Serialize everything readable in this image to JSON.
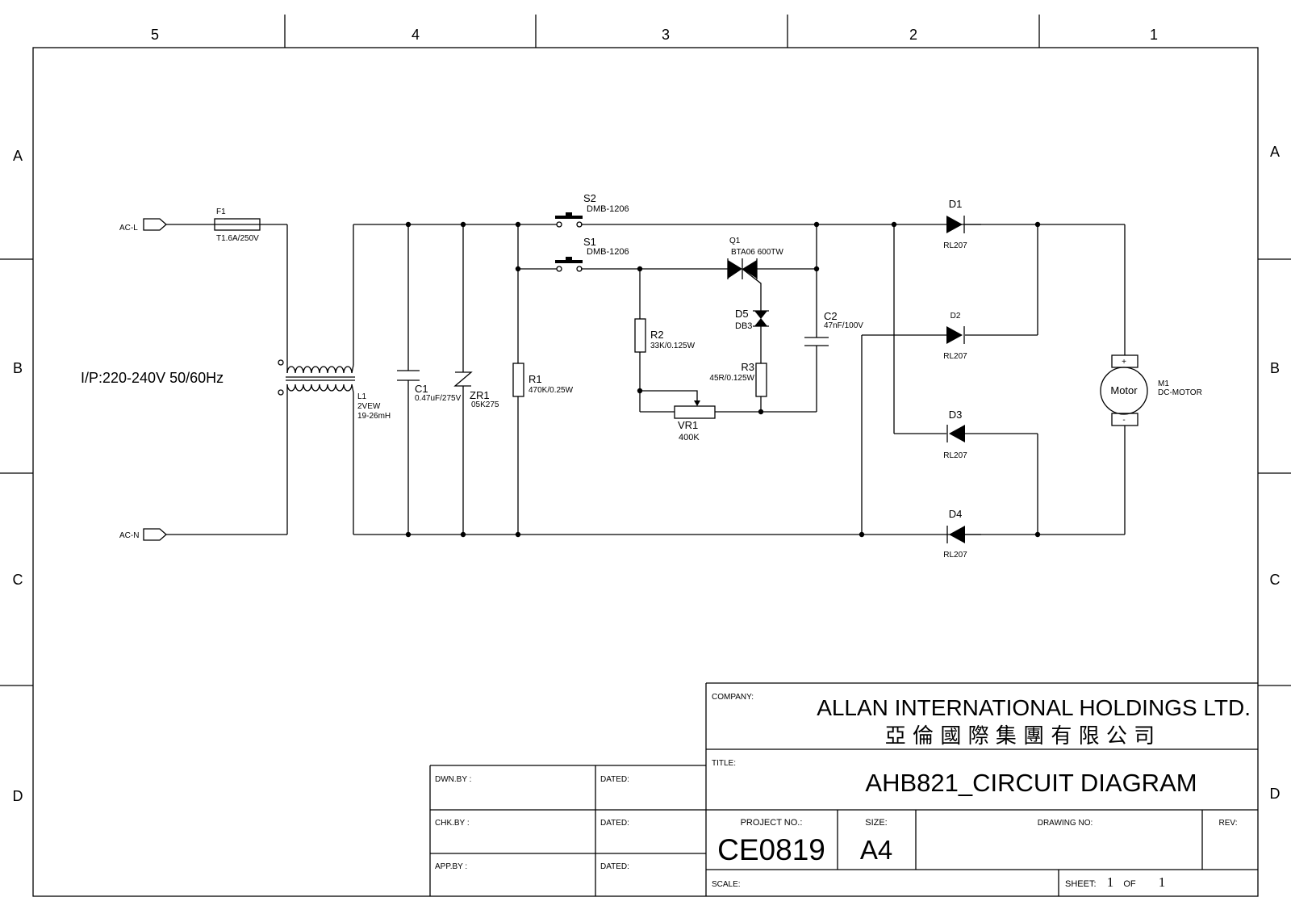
{
  "border": {
    "columns": [
      "5",
      "4",
      "3",
      "2",
      "1"
    ],
    "rows": [
      "A",
      "B",
      "C",
      "D"
    ]
  },
  "connectors": {
    "acl": "AC-L",
    "acn": "AC-N"
  },
  "input_spec": "I/P:220-240V  50/60Hz",
  "components": {
    "f1": {
      "ref": "F1",
      "value": "T1.6A/250V"
    },
    "l1": {
      "ref": "L1",
      "value": "2VEW",
      "value2": "19-26mH"
    },
    "c1": {
      "ref": "C1",
      "value": "0.47uF/275V"
    },
    "zr1": {
      "ref": "ZR1",
      "value": "05K275"
    },
    "r1": {
      "ref": "R1",
      "value": "470K/0.25W"
    },
    "s2": {
      "ref": "S2",
      "value": "DMB-1206"
    },
    "s1": {
      "ref": "S1",
      "value": "DMB-1206"
    },
    "q1": {
      "ref": "Q1",
      "value": "BTA06 600TW"
    },
    "r2": {
      "ref": "R2",
      "value": "33K/0.125W"
    },
    "d5": {
      "ref": "D5",
      "value": "DB3"
    },
    "r3": {
      "ref": "R3",
      "value": "45R/0.125W"
    },
    "vr1": {
      "ref": "VR1",
      "value": "400K"
    },
    "c2": {
      "ref": "C2",
      "value": "47nF/100V"
    },
    "d1": {
      "ref": "D1",
      "value": "RL207"
    },
    "d2": {
      "ref": "D2",
      "value": "RL207"
    },
    "d3": {
      "ref": "D3",
      "value": "RL207"
    },
    "d4": {
      "ref": "D4",
      "value": "RL207"
    },
    "m1": {
      "ref": "M1",
      "value": "DC-MOTOR",
      "body": "Motor",
      "plus": "+",
      "minus": "-"
    }
  },
  "title_block": {
    "company_label": "COMPANY:",
    "company_name": "ALLAN INTERNATIONAL HOLDINGS LTD.",
    "company_name_cn": "亞 倫 國 際 集 團 有 限 公 司",
    "title_label": "TITLE:",
    "title": "AHB821_CIRCUIT DIAGRAM",
    "dwn_by": "DWN.BY :",
    "chk_by": "CHK.BY :",
    "app_by": "APP.BY :",
    "dated": "DATED:",
    "project_no_label": "PROJECT NO.:",
    "project_no": "CE0819",
    "size_label": "SIZE:",
    "size": "A4",
    "drawing_no_label": "DRAWING NO:",
    "rev_label": "REV:",
    "scale_label": "SCALE:",
    "sheet_label": "SHEET:",
    "sheet_no": "1",
    "of_label": "OF",
    "sheet_total": "1"
  }
}
